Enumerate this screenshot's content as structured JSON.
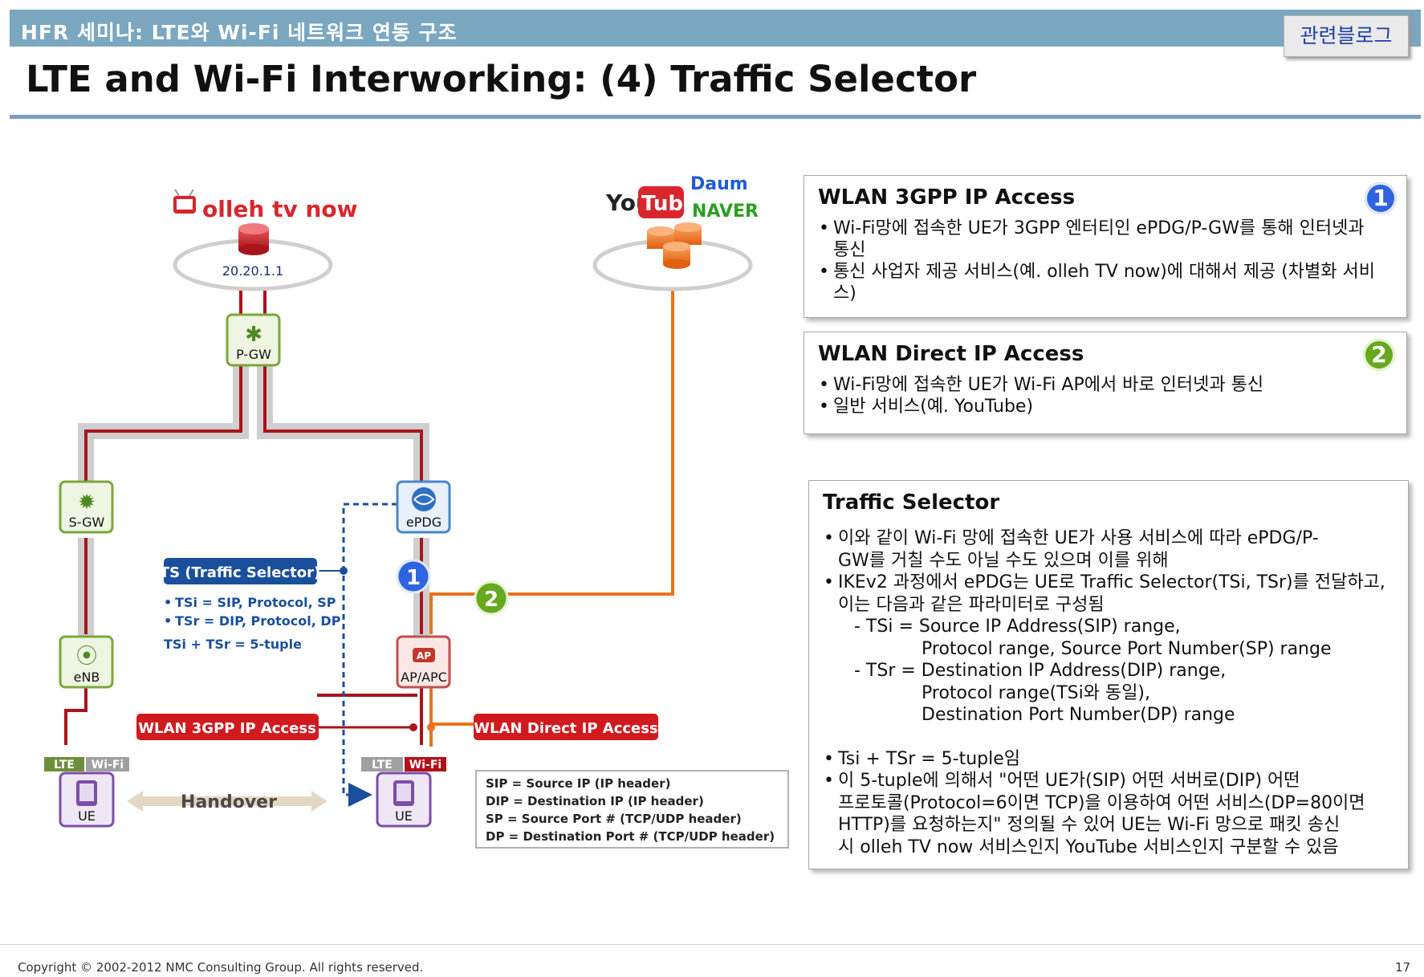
{
  "header": {
    "seminar_title": "HFR 세미나: LTE와 Wi-Fi 네트워크 연동 구조",
    "blog_button": "관련블로그",
    "main_title": "LTE and Wi-Fi Interworking: (4) Traffic Selector"
  },
  "diagram": {
    "olleh_logo": "olleh tv now",
    "server_ip": "20.20.1.1",
    "youtube_you": "You",
    "youtube_tube": "Tube",
    "daum_logo": "Daum",
    "naver_logo": "NAVER",
    "nodes": {
      "pgw": "P-GW",
      "sgw": "S-GW",
      "epdg": "ePDG",
      "enb": "eNB",
      "ap": "AP/APC",
      "ap_icon": "AP",
      "ue_left": "UE",
      "ue_right": "UE"
    },
    "radio_tags": {
      "lte": "LTE",
      "wifi": "Wi-Fi"
    },
    "ts_label": "TS (Traffic Selector)",
    "tsi": "TSi = SIP, Protocol, SP",
    "tsr": "TSr = DIP, Protocol, DP",
    "five_tuple": "TSi + TSr = 5-tuple",
    "badge_1": "1",
    "badge_2": "2",
    "wlan_3gpp_label": "WLAN 3GPP IP Access",
    "wlan_direct_label": "WLAN Direct IP Access",
    "handover": "Handover",
    "legend": [
      "SIP = Source IP (IP header)",
      "DIP = Destination IP (IP header)",
      "SP = Source Port # (TCP/UDP header)",
      "DP = Destination Port # (TCP/UDP header)"
    ]
  },
  "box1": {
    "title": "WLAN 3GPP IP Access",
    "badge": "1",
    "bullets": [
      "Wi-Fi망에 접속한 UE가 3GPP 엔터티인 ePDG/P-GW를 통해 인터넷과 통신",
      "통신 사업자 제공 서비스(예. olleh TV now)에 대해서 제공 (차별화 서비스)"
    ]
  },
  "box2": {
    "title": "WLAN Direct IP Access",
    "badge": "2",
    "bullets": [
      "Wi-Fi망에 접속한 UE가 Wi-Fi AP에서 바로 인터넷과 통신",
      "일반 서비스(예. YouTube)"
    ]
  },
  "box3": {
    "title": "Traffic Selector",
    "b1_l1": "이와 같이 Wi-Fi 망에 접속한 UE가 사용 서비스에 따라 ePDG/P-",
    "b1_l2": "GW를 거칠 수도 아닐 수도 있으며 이를 위해",
    "b2_l1": "IKEv2 과정에서 ePDG는 UE로 Traffic Selector(TSi, TSr)를 전달하고,",
    "b2_l2": "이는 다음과 같은 파라미터로 구성됨",
    "tsi_l1": "- TSi  =  Source IP Address(SIP) range,",
    "tsi_l2": "Protocol range, Source Port Number(SP) range",
    "tsr_l1": "- TSr  =  Destination IP Address(DIP) range,",
    "tsr_l2": "Protocol range(TSi와 동일),",
    "tsr_l3": "Destination Port Number(DP) range",
    "b3": "Tsi + TSr = 5-tuple임",
    "b4_l1": "이 5-tuple에 의해서 \"어떤 UE가(SIP) 어떤 서버로(DIP) 어떤",
    "b4_l2": "프로토콜(Protocol=6이면 TCP)을 이용하여 어떤 서비스(DP=80이면",
    "b4_l3": "HTTP)를 요청하는지\" 정의될 수 있어 UE는 Wi-Fi 망으로 패킷 송신",
    "b4_l4": "시 olleh TV now 서비스인지 YouTube 서비스인지 구분할 수 있음"
  },
  "footer": {
    "copyright": "Copyright © 2002-2012 NMC Consulting Group. All rights reserved.",
    "page": "17"
  },
  "colors": {
    "header_bar": "#7ba7c1",
    "lte_line": "#b3121b",
    "direct_line": "#e8731c",
    "node_green": "#7aa83a",
    "node_blue": "#4a86c8",
    "ts_blue": "#1a4f9c",
    "badge_blue": "#2f63e0",
    "badge_green": "#66a81f"
  }
}
